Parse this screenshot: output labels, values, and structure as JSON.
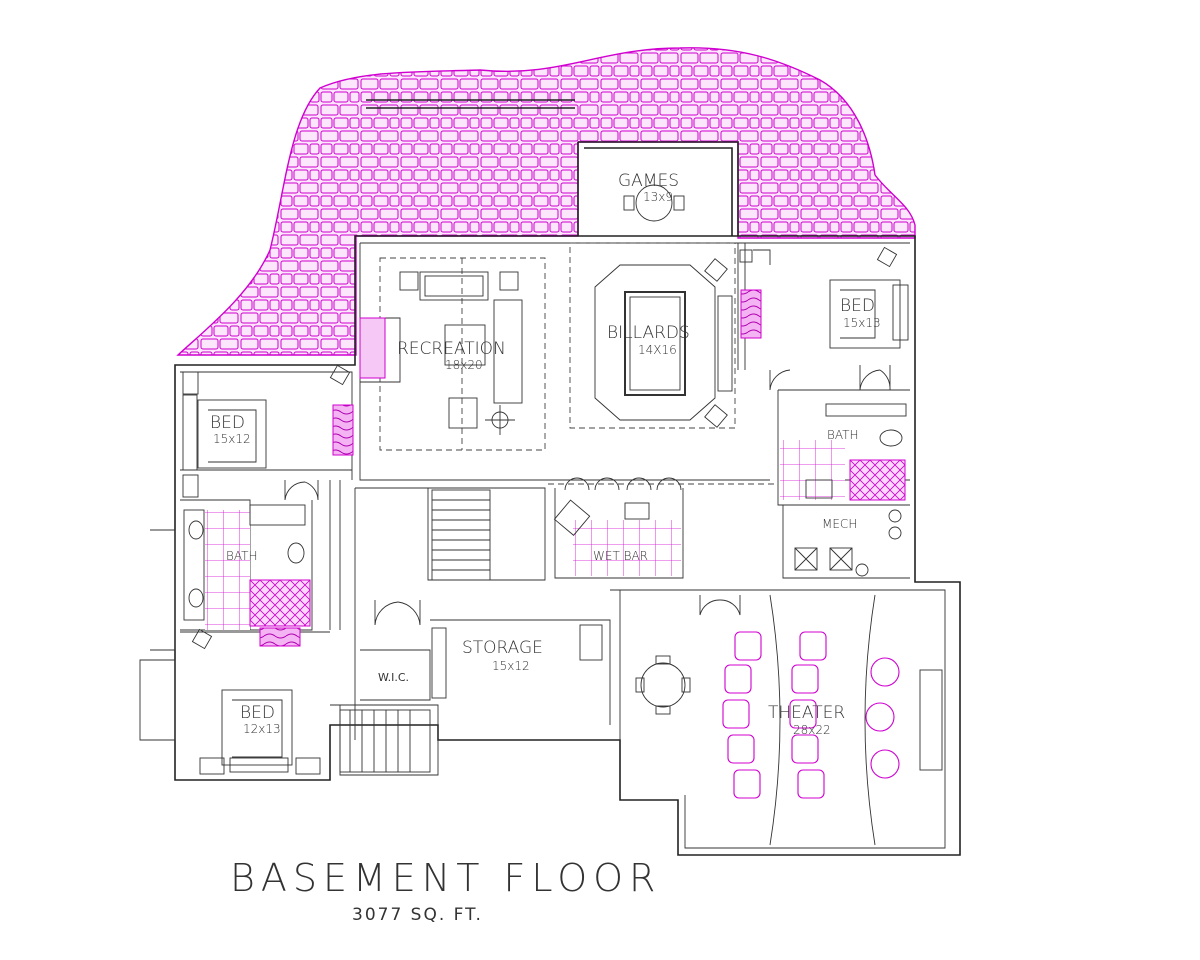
{
  "plan": {
    "title": "BASEMENT FLOOR",
    "area": "3077 SQ. FT.",
    "accent_color": "#d000d0",
    "patio_color": "#f6c8f6",
    "rooms": {
      "games": {
        "name": "GAMES",
        "dims": "13x9"
      },
      "billards": {
        "name": "BILLARDS",
        "dims": "14X16"
      },
      "recreation": {
        "name": "RECREATION",
        "dims": "18x20"
      },
      "bed_ne": {
        "name": "BED",
        "dims": "15x13"
      },
      "bath_ne": {
        "name": "BATH"
      },
      "mech": {
        "name": "MECH"
      },
      "bed_w": {
        "name": "BED",
        "dims": "15x12"
      },
      "bath_w": {
        "name": "BATH"
      },
      "wet_bar": {
        "name": "WET BAR"
      },
      "storage": {
        "name": "STORAGE",
        "dims": "15x12"
      },
      "wic": {
        "name": "W.I.C."
      },
      "bed_sw": {
        "name": "BED",
        "dims": "12x13"
      },
      "theater": {
        "name": "THEATER",
        "dims": "28x22"
      }
    }
  }
}
